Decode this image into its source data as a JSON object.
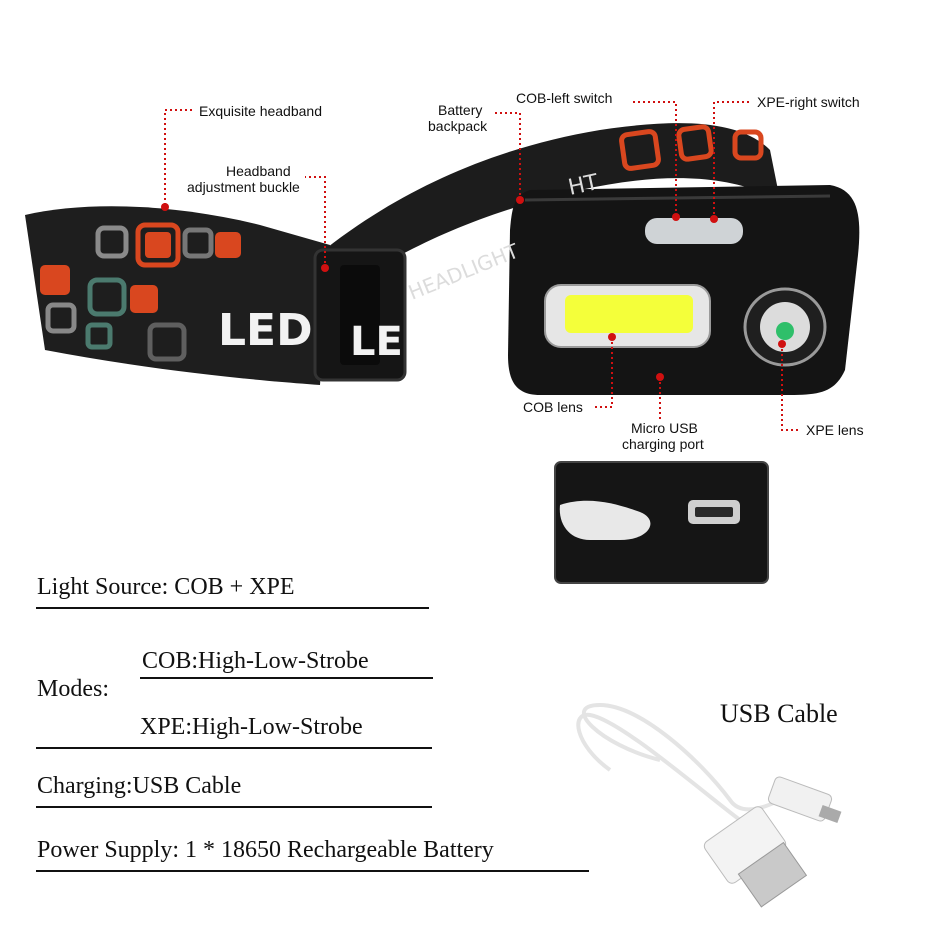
{
  "callouts": {
    "exquisite_headband": "Exquisite headband",
    "battery_backpack_line1": "Battery",
    "battery_backpack_line2": "backpack",
    "cob_left_switch": "COB-left switch",
    "xpe_right_switch": "XPE-right switch",
    "headband_buckle_line1": "Headband",
    "headband_buckle_line2": "adjustment buckle",
    "cob_lens": "COB lens",
    "micro_usb_line1": "Micro USB",
    "micro_usb_line2": "charging port",
    "xpe_lens": "XPE lens"
  },
  "product_print": {
    "led_1": "LED",
    "led_2": "LE",
    "headlight_1": "HEADLIGHT",
    "headlight_2": "HT"
  },
  "specs": {
    "light_source": "Light Source: COB + XPE",
    "modes_label": "Modes:",
    "modes_cob": "COB:High-Low-Strobe",
    "modes_xpe": "XPE:High-Low-Strobe",
    "charging": "Charging:USB Cable",
    "power_supply": "Power Supply: 1 * 18650 Rechargeable Battery"
  },
  "usb_cable_label": "USB Cable",
  "colors": {
    "callout_dot": "#d01010",
    "strap_pattern": "#d9471f",
    "cob_glow": "#f4ff3a",
    "xpe_led": "#2fbf6a"
  }
}
